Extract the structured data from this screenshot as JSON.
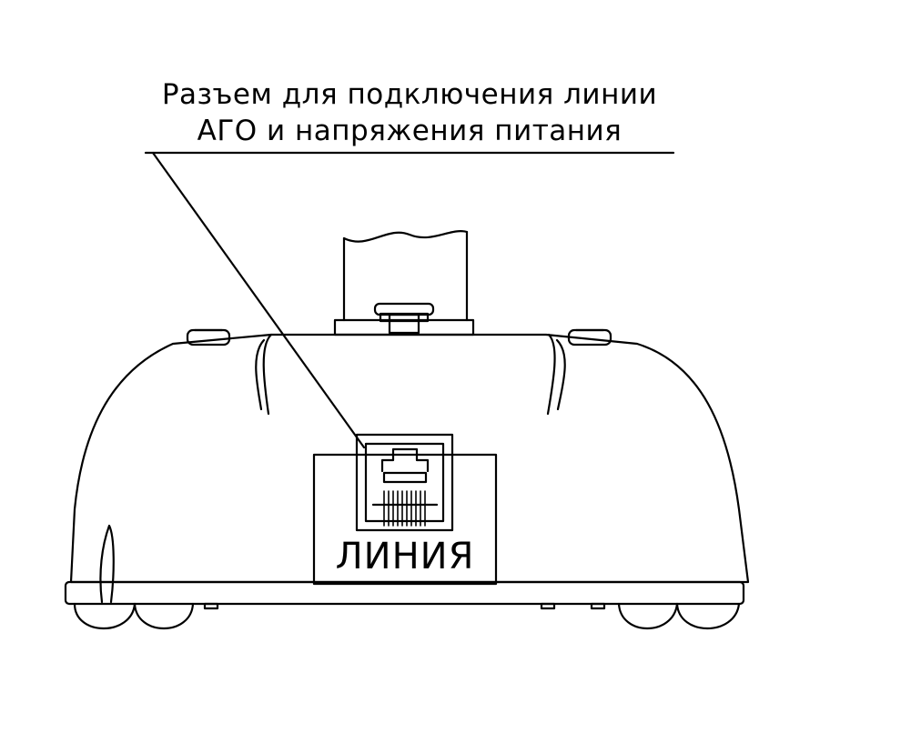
{
  "callout": {
    "line1": "Разъем для подключения линии",
    "line2": "АГО и напряжения питания"
  },
  "port_label": "ЛИНИЯ",
  "colors": {
    "stroke": "#000000",
    "background": "#ffffff"
  }
}
